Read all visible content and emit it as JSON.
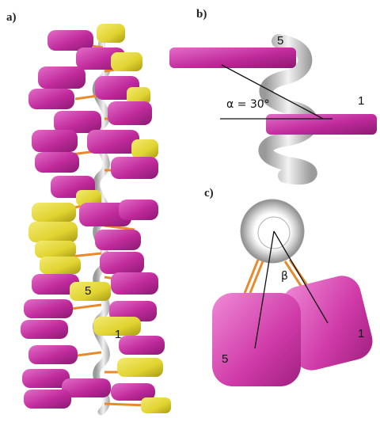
{
  "panels": {
    "a": {
      "letter": "a)",
      "labels": {
        "unit5": "5",
        "unit1": "1"
      }
    },
    "b": {
      "letter": "b)",
      "labels": {
        "unit5": "5",
        "unit1": "1",
        "angle": "α = 30°"
      }
    },
    "c": {
      "letter": "c)",
      "labels": {
        "unit5": "5",
        "unit1": "1",
        "angle": "β"
      }
    }
  },
  "colors": {
    "magenta": "#c02a9c",
    "magenta_light": "#e066c0",
    "yellow": "#e8dc3a",
    "yellow_dark": "#b9ad1c",
    "backbone": "#d6d6d6",
    "linker": "#e8892c"
  }
}
